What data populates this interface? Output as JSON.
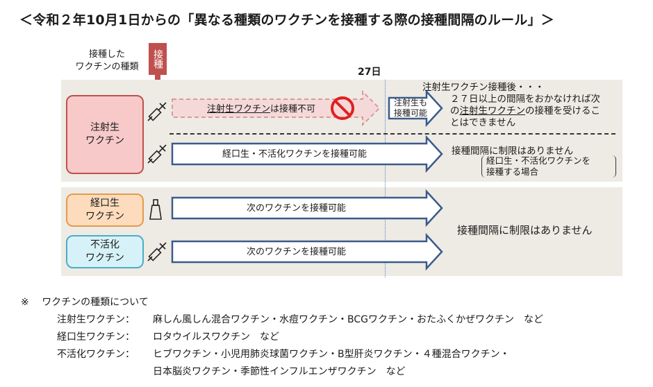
{
  "title": "＜令和２年10月1日からの「異なる種類のワクチンを接種する際の接種間隔のルール」＞",
  "header": {
    "type_label_line1": "接種した",
    "type_label_line2": "ワクチンの種類",
    "vaccination_tag": "接種",
    "day_marker": "27日"
  },
  "vaccines": {
    "injection_live": "注射生\nワクチン",
    "oral_live": "経口生\nワクチン",
    "inactivated": "不活化\nワクチン"
  },
  "arrows": {
    "injection_live_prohibited_underlined": "注射生ワクチン",
    "injection_live_prohibited_rest": "は接種不可",
    "injection_live_allowed_line1": "注射生も",
    "injection_live_allowed_line2": "接種可能",
    "oral_inactivated_allowed": "経口生・不活化ワクチンを接種可能",
    "next_allowed_oral": "次のワクチンを接種可能",
    "next_allowed_inactivated": "次のワクチンを接種可能"
  },
  "explanations": {
    "after_injection_line1": "注射生ワクチン接種後・・・",
    "after_injection_line2": "２７日以上の間隔をおかなければ次",
    "after_injection_line3_pre": "の",
    "after_injection_line3_underlined": "注射生ワクチン",
    "after_injection_line3_post": "の接種を受けるこ",
    "after_injection_line4": "とはできません",
    "no_limit": "接種間隔に制限はありません",
    "case_line1": "経口生・不活化ワクチンを",
    "case_line2": "接種する場合",
    "no_limit_bottom": "接種間隔に制限はありません"
  },
  "notes": {
    "heading_mark": "※",
    "heading": "ワクチンの種類について",
    "injection_label": "注射生ワクチン：",
    "injection_examples": "麻しん風しん混合ワクチン・水痘ワクチン・BCGワクチン・おたふくかぜワクチン　など",
    "oral_label": "経口生ワクチン：",
    "oral_examples": "ロタウイルスワクチン　など",
    "inactivated_label": "不活化ワクチン：",
    "inactivated_examples_line1": "ヒブワクチン・小児用肺炎球菌ワクチン・B型肝炎ワクチン・４種混合ワクチン・",
    "inactivated_examples_line2": "日本脳炎ワクチン・季節性インフルエンザワクチン　など"
  },
  "colors": {
    "panel": "#eeebe4",
    "injection_box_fill": "#f7c9c9",
    "injection_box_border": "#c0504d",
    "oral_box_fill": "#fcdcbc",
    "oral_box_border": "#e59a4a",
    "inactivated_box_fill": "#d6f2f8",
    "inactivated_box_border": "#4bacc6",
    "arrow_border": "#3b5a8c",
    "prohibited_arrow_fill": "#f5d9d9",
    "prohibited_arrow_border": "#d99a9a",
    "prohibited_sign": "#e02020",
    "tag_red": "#c0504d",
    "dotted_line": "#4f81bd"
  },
  "icons": [
    "syringe-icon",
    "syringe-icon",
    "oral-bottle-icon",
    "syringe-icon",
    "prohibited-icon",
    "down-arrow-icon"
  ]
}
